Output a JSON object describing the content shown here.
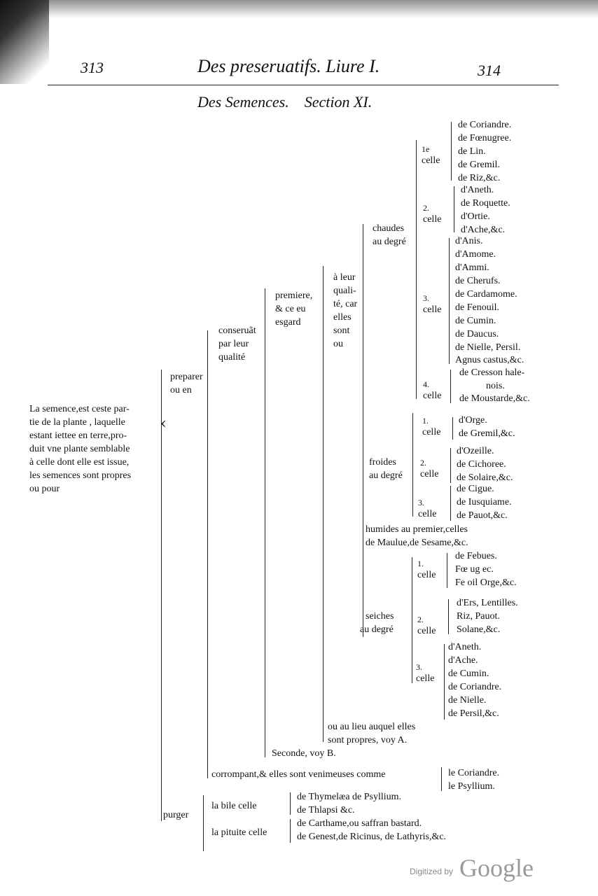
{
  "header": {
    "page_left": "313",
    "title": "Des preseruatifs. Liure I.",
    "page_right": "314",
    "subtitle": "Des Semences.    Section XI."
  },
  "root": {
    "lines": [
      "La semence,est ceste par-",
      "tie de la plante , laquelle",
      "estant iettee en terre,pro-",
      "duit vne plante semblable",
      "à celle dont elle est issue,",
      "les semences sont propres",
      "ou pour"
    ]
  },
  "preparer": {
    "lines": [
      "preparer",
      "ou en"
    ]
  },
  "conseruant": {
    "lines": [
      "conseruãt",
      "par leur",
      "qualité"
    ]
  },
  "premiere": {
    "lines": [
      "premiere,",
      "& ce eu",
      "esgard"
    ]
  },
  "a_leur": {
    "lines": [
      "à leur",
      "quali-",
      "té, car",
      "elles",
      "sont",
      "ou"
    ]
  },
  "chaudes": {
    "label": [
      "chaudes",
      "au degré"
    ],
    "groups": [
      {
        "label": [
          "1e",
          "celle"
        ],
        "items": [
          "de Coriandre.",
          "de Fœnugree.",
          "de Lin.",
          "de Gremil.",
          "de Riz,&c."
        ]
      },
      {
        "label": [
          "2.",
          "celle"
        ],
        "items": [
          "d'Aneth.",
          "de Roquette.",
          "d'Ortie.",
          "d'Ache,&c."
        ]
      },
      {
        "label": [
          "3.",
          "celle"
        ],
        "items": [
          "d'Anis.",
          "d'Amome.",
          "d'Ammi.",
          "de Cherufs.",
          "de Cardamome.",
          "de Fenouil.",
          "de Cumin.",
          "de Daucus.",
          "de Nielle, Persil.",
          "Agnus castus,&c."
        ]
      },
      {
        "label": [
          "4.",
          "celle"
        ],
        "items": [
          "de Cresson hale-",
          "nois.",
          "de Moustarde,&c."
        ]
      }
    ]
  },
  "froides": {
    "label": [
      "froides",
      "au degré"
    ],
    "groups": [
      {
        "label": [
          "1.",
          "celle"
        ],
        "items": [
          "d'Orge.",
          "de Gremil,&c."
        ]
      },
      {
        "label": [
          "2.",
          "celle"
        ],
        "items": [
          "d'Ozeille.",
          "de Cichoree.",
          "de Solaire,&c."
        ]
      },
      {
        "label": [
          "3.",
          "celle"
        ],
        "items": [
          "de Cigue.",
          "de Iusquiame.",
          "de Pauot,&c."
        ]
      }
    ]
  },
  "humides": {
    "lines": [
      "humides au premier,celles",
      "de Maulue,de Sesame,&c."
    ]
  },
  "seiches": {
    "label": [
      "seiches",
      "au degré"
    ],
    "groups": [
      {
        "label": [
          "1.",
          "celle"
        ],
        "items": [
          "de Febues.",
          "Fœ ug ec.",
          "Fe oil Orge,&c."
        ]
      },
      {
        "label": [
          "2.",
          "celle"
        ],
        "items": [
          "d'Ers, Lentilles.",
          "Riz, Pauot.",
          "Solane,&c."
        ]
      },
      {
        "label": [
          "3.",
          "celle"
        ],
        "items": [
          "d'Aneth.",
          "d'Ache.",
          "de Cumin.",
          "de Coriandre.",
          "de Nielle.",
          "de Persil,&c."
        ]
      }
    ]
  },
  "ou_au_lieu": {
    "lines": [
      "ou au lieu auquel elles",
      "sont propres, voy A."
    ]
  },
  "seconde": "Seconde, voy B.",
  "corrompant": {
    "text": "corrompant,& elles sont venimeuses comme",
    "items": [
      "le Coriandre.",
      "le Psyllium."
    ]
  },
  "purger": {
    "label": "purger",
    "bile": {
      "label": "la bile celle",
      "items": [
        "de Thymelæa de Psyllium.",
        "de Thlapsi &c."
      ]
    },
    "pituite": {
      "label": "la pituite celle",
      "items": [
        "de Carthame,ou saffran bastard.",
        "de Genest,de Ricinus, de Lathyris,&c."
      ]
    }
  },
  "footer": {
    "digitized": "Digitized by",
    "brand": "Google"
  }
}
